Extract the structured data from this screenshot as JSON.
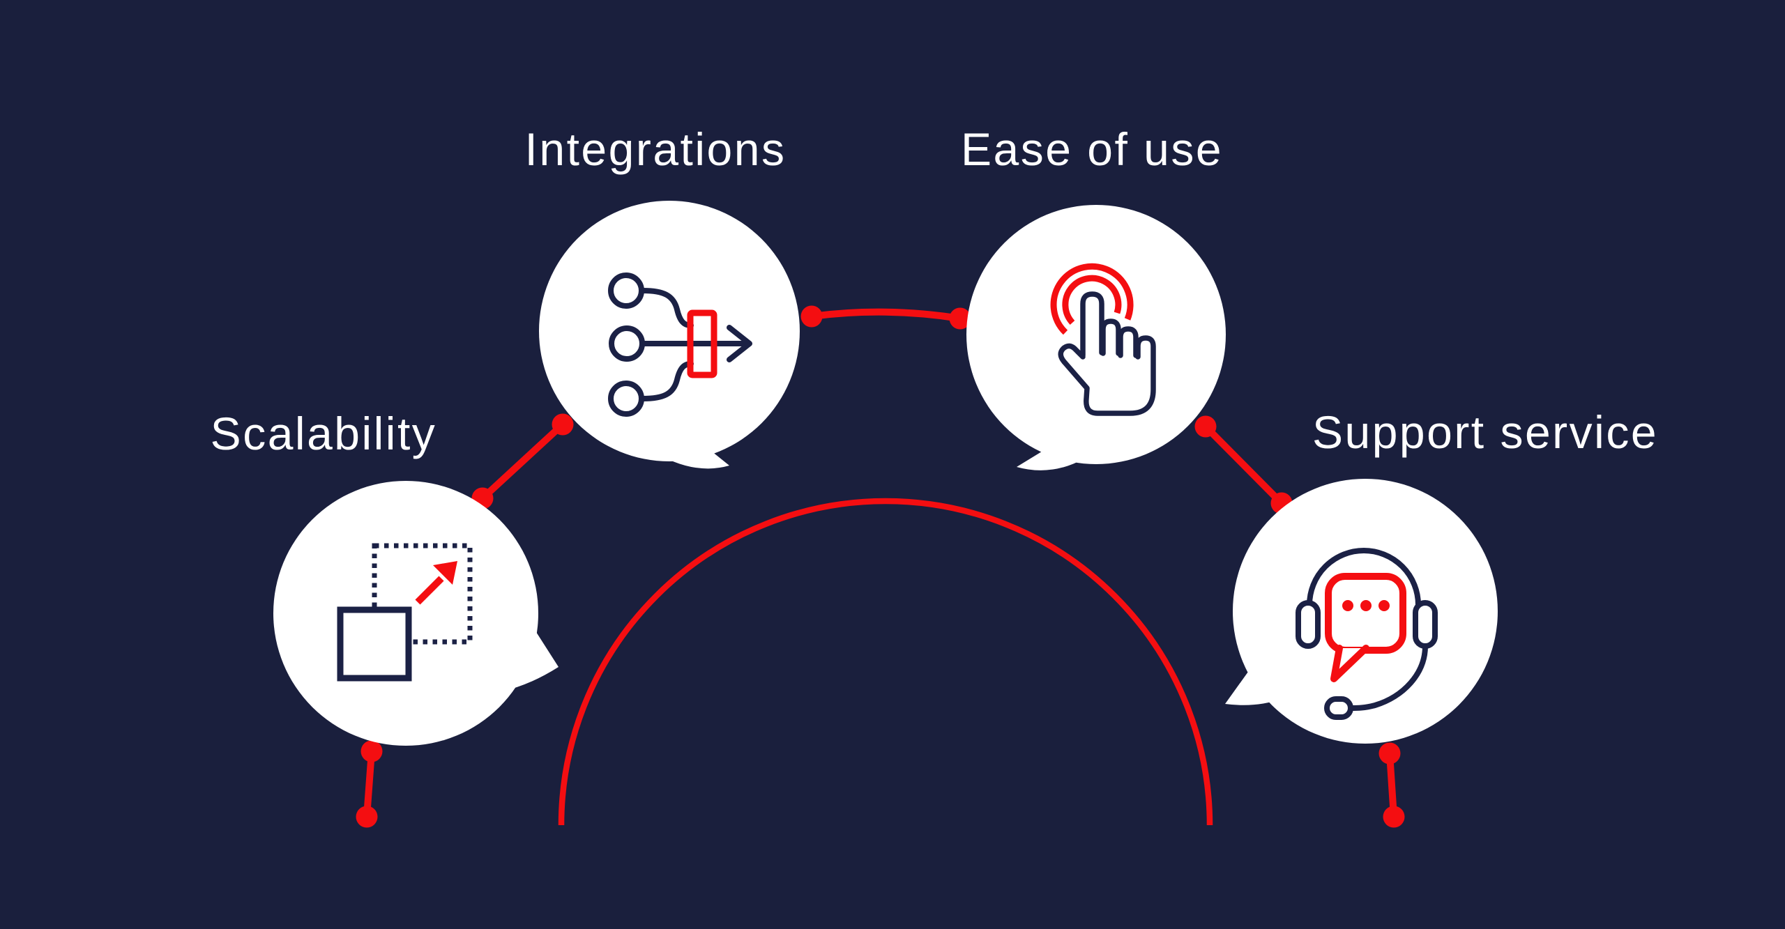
{
  "diagram": {
    "title_hint": "software benefits infographic",
    "background_color": "#1A1F3D",
    "accent_color": "#F40E11",
    "icon_stroke_color": "#1B2145",
    "bubble_color": "#FFFFFF",
    "items": [
      {
        "label": "Scalability",
        "icon": "resize-expand-icon"
      },
      {
        "label": "Integrations",
        "icon": "merge-flow-arrow-icon"
      },
      {
        "label": "Ease of use",
        "icon": "tap-gesture-icon"
      },
      {
        "label": "Support service",
        "icon": "headset-chat-icon"
      }
    ]
  }
}
